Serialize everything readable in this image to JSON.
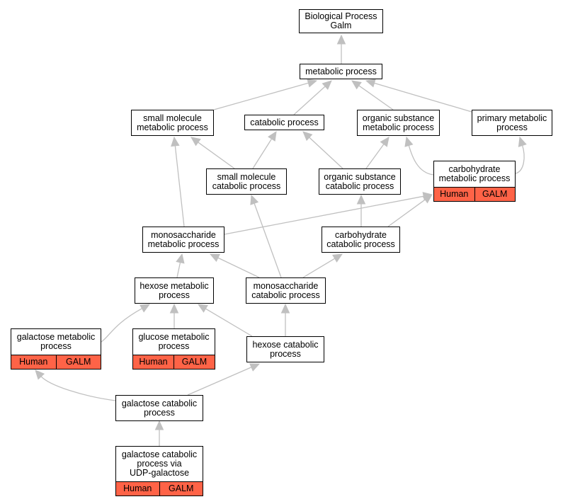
{
  "colors": {
    "edge": "#c0c0c0",
    "annotation": "#ff6347"
  },
  "nodes": [
    {
      "id": "bp",
      "label": "Biological Process\nGalm"
    },
    {
      "id": "metabolic",
      "label": "metabolic process"
    },
    {
      "id": "small_mol_met",
      "label": "small molecule\nmetabolic process"
    },
    {
      "id": "catabolic",
      "label": "catabolic process"
    },
    {
      "id": "org_sub_met",
      "label": "organic substance\nmetabolic process"
    },
    {
      "id": "primary_met",
      "label": "primary metabolic\nprocess"
    },
    {
      "id": "small_mol_cat",
      "label": "small molecule\ncatabolic process"
    },
    {
      "id": "org_sub_cat",
      "label": "organic substance\ncatabolic process"
    },
    {
      "id": "carb_met",
      "label": "carbohydrate\nmetabolic process",
      "annotations": [
        "Human",
        "GALM"
      ]
    },
    {
      "id": "monosacch_met",
      "label": "monosaccharide\nmetabolic process"
    },
    {
      "id": "carb_cat",
      "label": "carbohydrate\ncatabolic process"
    },
    {
      "id": "hexose_met",
      "label": "hexose metabolic\nprocess"
    },
    {
      "id": "monosacch_cat",
      "label": "monosaccharide\ncatabolic process"
    },
    {
      "id": "galactose_met",
      "label": "galactose metabolic\nprocess",
      "annotations": [
        "Human",
        "GALM"
      ]
    },
    {
      "id": "glucose_met",
      "label": "glucose metabolic\nprocess",
      "annotations": [
        "Human",
        "GALM"
      ]
    },
    {
      "id": "hexose_cat",
      "label": "hexose catabolic\nprocess"
    },
    {
      "id": "galactose_cat",
      "label": "galactose catabolic\nprocess"
    },
    {
      "id": "galactose_cat_udp",
      "label": "galactose catabolic\nprocess via\nUDP-galactose",
      "annotations": [
        "Human",
        "GALM"
      ]
    }
  ],
  "edges": [
    {
      "from": "metabolic",
      "to": "bp"
    },
    {
      "from": "small_mol_met",
      "to": "metabolic"
    },
    {
      "from": "catabolic",
      "to": "metabolic"
    },
    {
      "from": "org_sub_met",
      "to": "metabolic"
    },
    {
      "from": "primary_met",
      "to": "metabolic"
    },
    {
      "from": "small_mol_cat",
      "to": "small_mol_met"
    },
    {
      "from": "small_mol_cat",
      "to": "catabolic"
    },
    {
      "from": "org_sub_cat",
      "to": "catabolic"
    },
    {
      "from": "org_sub_cat",
      "to": "org_sub_met"
    },
    {
      "from": "carb_met",
      "to": "org_sub_met"
    },
    {
      "from": "carb_met",
      "to": "primary_met"
    },
    {
      "from": "monosacch_met",
      "to": "small_mol_met"
    },
    {
      "from": "monosacch_met",
      "to": "carb_met"
    },
    {
      "from": "carb_cat",
      "to": "org_sub_cat"
    },
    {
      "from": "carb_cat",
      "to": "carb_met"
    },
    {
      "from": "hexose_met",
      "to": "monosacch_met"
    },
    {
      "from": "monosacch_cat",
      "to": "monosacch_met"
    },
    {
      "from": "monosacch_cat",
      "to": "small_mol_cat"
    },
    {
      "from": "monosacch_cat",
      "to": "carb_cat"
    },
    {
      "from": "galactose_met",
      "to": "hexose_met"
    },
    {
      "from": "glucose_met",
      "to": "hexose_met"
    },
    {
      "from": "hexose_cat",
      "to": "hexose_met"
    },
    {
      "from": "hexose_cat",
      "to": "monosacch_cat"
    },
    {
      "from": "galactose_cat",
      "to": "galactose_met"
    },
    {
      "from": "galactose_cat",
      "to": "hexose_cat"
    },
    {
      "from": "galactose_cat_udp",
      "to": "galactose_cat"
    }
  ]
}
